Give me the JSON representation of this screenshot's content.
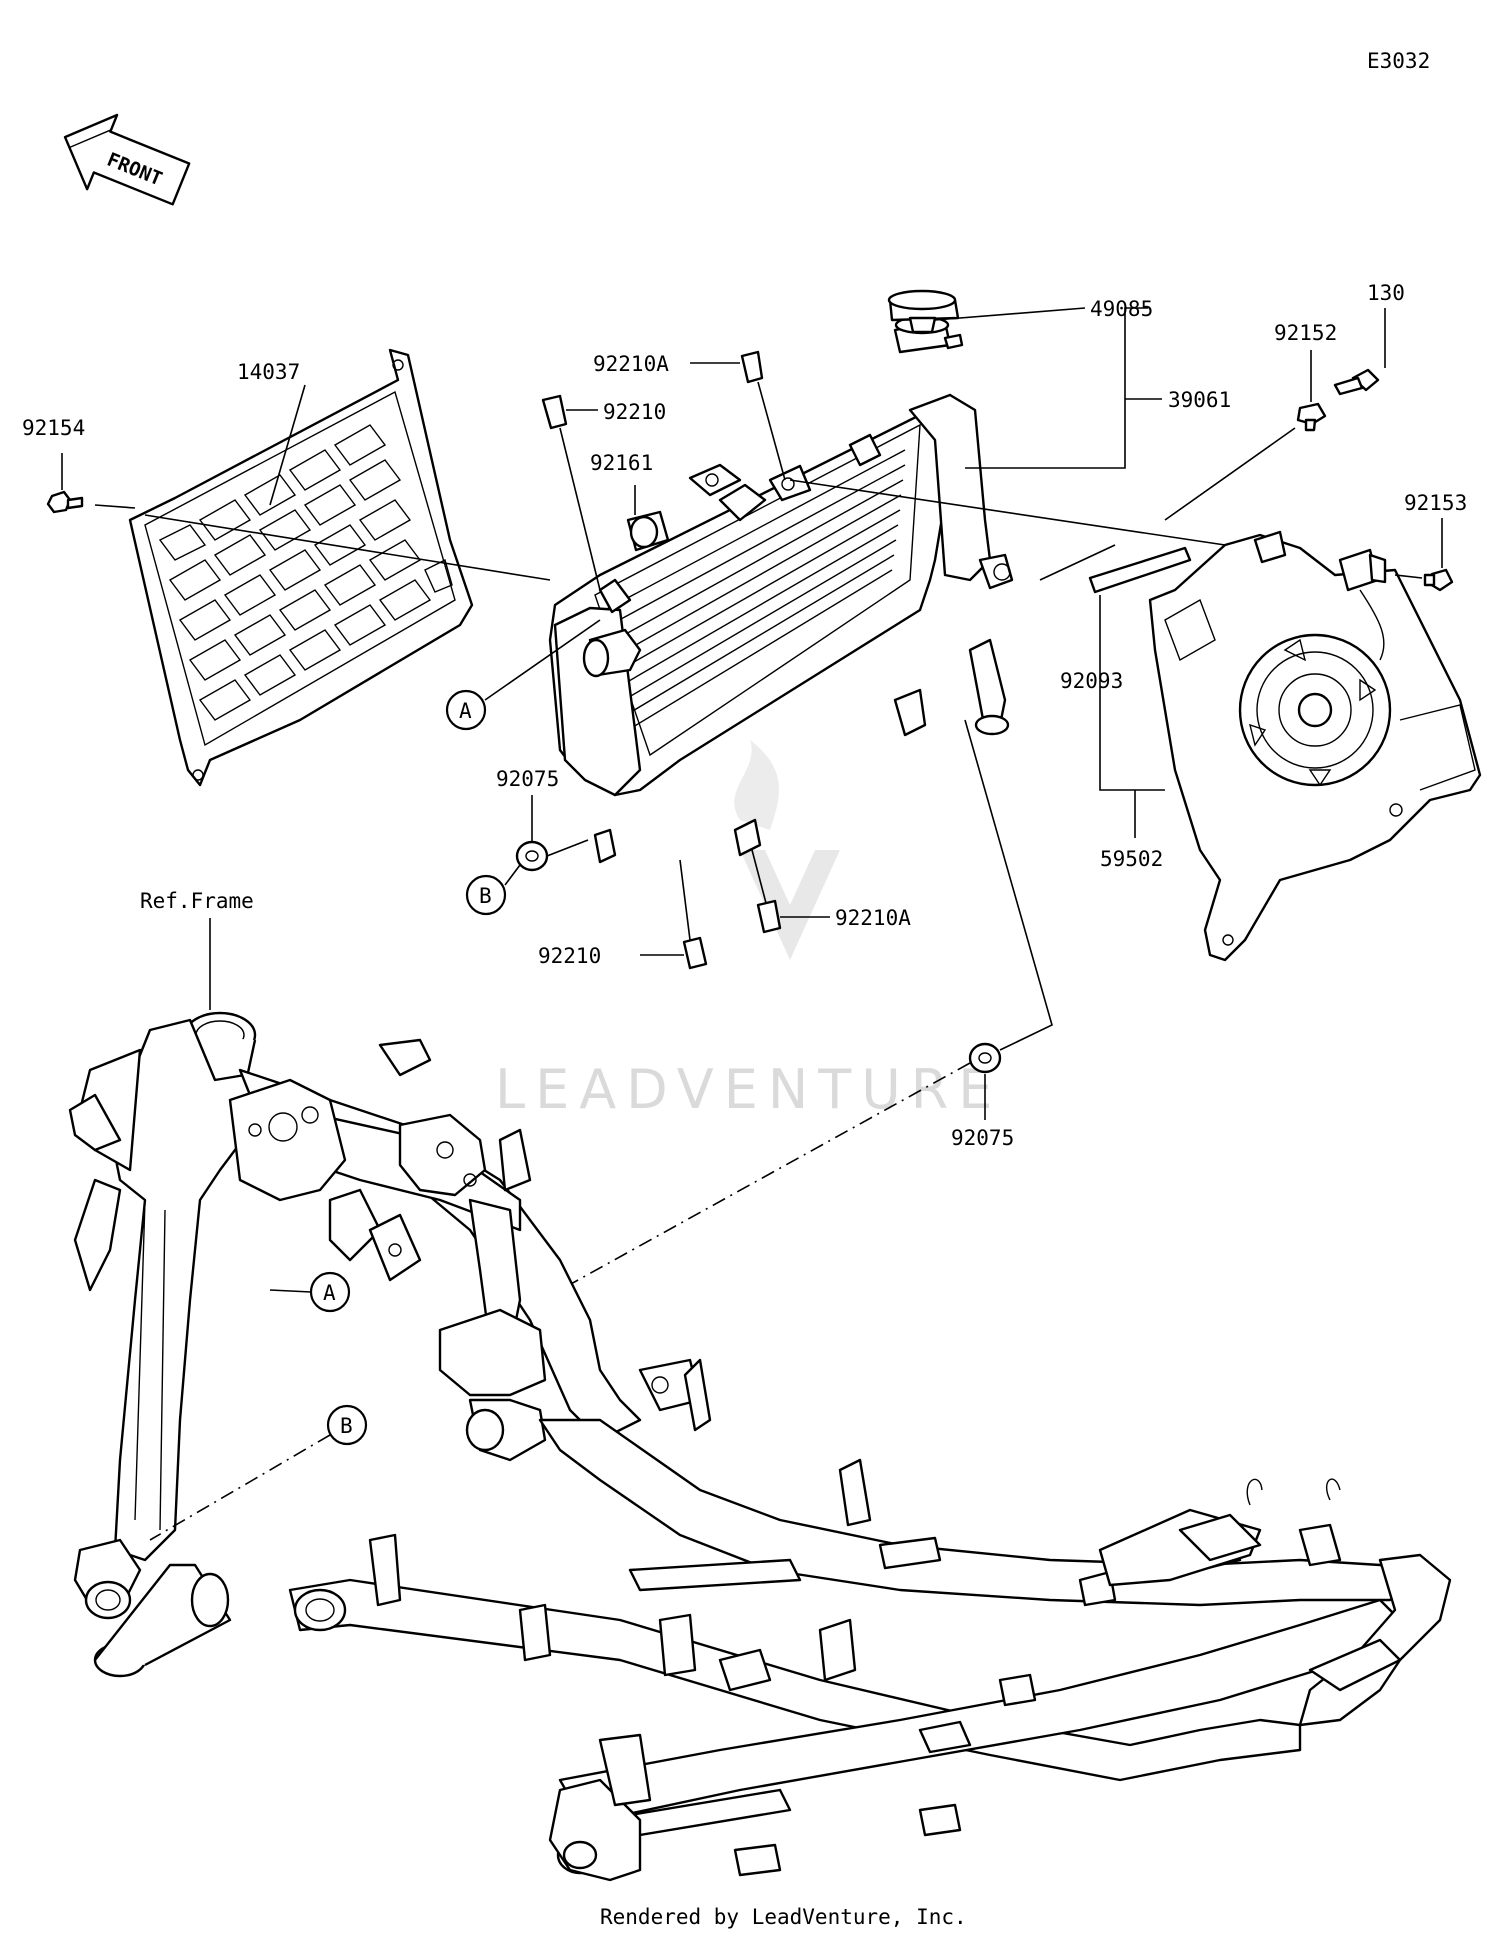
{
  "diagram_id": "E3032",
  "front_label": "FRONT",
  "ref_frame_label": "Ref.Frame",
  "labels": {
    "p14037": "14037",
    "p92154": "92154",
    "p92210A_top": "92210A",
    "p92210_top": "92210",
    "p92161": "92161",
    "p49085": "49085",
    "p39061": "39061",
    "p92152": "92152",
    "p130": "130",
    "p92153": "92153",
    "p92093": "92093",
    "p59502": "59502",
    "p92075_left": "92075",
    "p92210_bottom": "92210",
    "p92210A_bottom": "92210A",
    "p92075_bottom": "92075"
  },
  "callouts": {
    "a_upper": "A",
    "b_upper": "B",
    "a_lower": "A",
    "b_lower": "B"
  },
  "watermark": "LEADVENTURE",
  "footer": "Rendered by LeadVenture, Inc."
}
